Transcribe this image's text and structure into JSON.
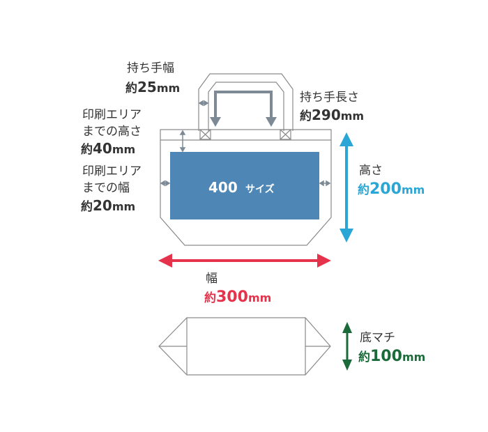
{
  "print_area": {
    "label_number": "400",
    "label_suffix": "サイズ",
    "fill": "#4e87b5"
  },
  "handle_width": {
    "line1": "持ち手幅",
    "prefix": "約",
    "value": "25",
    "unit": "mm"
  },
  "handle_length": {
    "line1": "持ち手長さ",
    "prefix": "約",
    "value": "290",
    "unit": "mm"
  },
  "print_top_margin": {
    "line1": "印刷エリア",
    "line2": "までの高さ",
    "prefix": "約",
    "value": "40",
    "unit": "mm"
  },
  "print_side_margin": {
    "line1": "印刷エリア",
    "line2": "までの幅",
    "prefix": "約",
    "value": "20",
    "unit": "mm"
  },
  "height": {
    "line1": "高さ",
    "prefix": "約",
    "value": "200",
    "unit": "mm",
    "color": "#2aa6d6"
  },
  "width": {
    "line1": "幅",
    "prefix": "約",
    "value": "300",
    "unit": "mm",
    "color": "#e5334b"
  },
  "gusset": {
    "line1": "底マチ",
    "prefix": "約",
    "value": "100",
    "unit": "mm",
    "color": "#1b6b3a"
  },
  "colors": {
    "outline": "#8a8a8a",
    "marker_gray": "#7d8a96",
    "text": "#333333"
  }
}
